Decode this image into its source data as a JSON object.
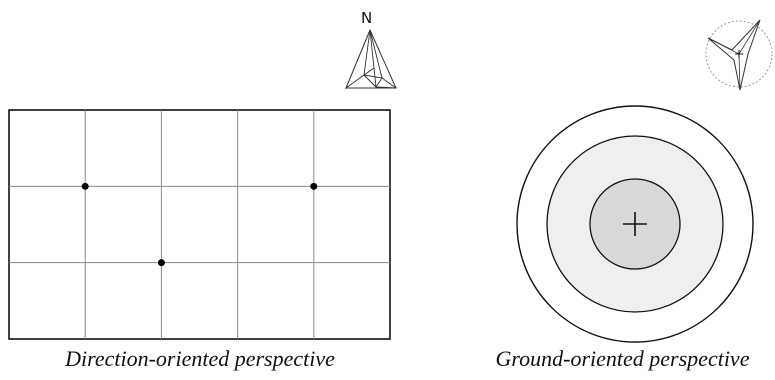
{
  "left_panel": {
    "caption": "Direction-oriented perspective",
    "compass_label": "N",
    "grid": {
      "columns": 5,
      "rows": 3
    },
    "markers": [
      {
        "col": 1,
        "row": 1
      },
      {
        "col": 4,
        "row": 1
      },
      {
        "col": 2,
        "row": 2
      }
    ]
  },
  "right_panel": {
    "caption": "Ground-oriented perspective",
    "rings": [
      {
        "fill": "#ffffff"
      },
      {
        "fill": "#efefef"
      },
      {
        "fill": "#d9d9d9"
      }
    ]
  },
  "colors": {
    "stroke": "#111111",
    "grid_line": "#888888",
    "marker": "#000000",
    "compass_dashed": "#999999"
  }
}
